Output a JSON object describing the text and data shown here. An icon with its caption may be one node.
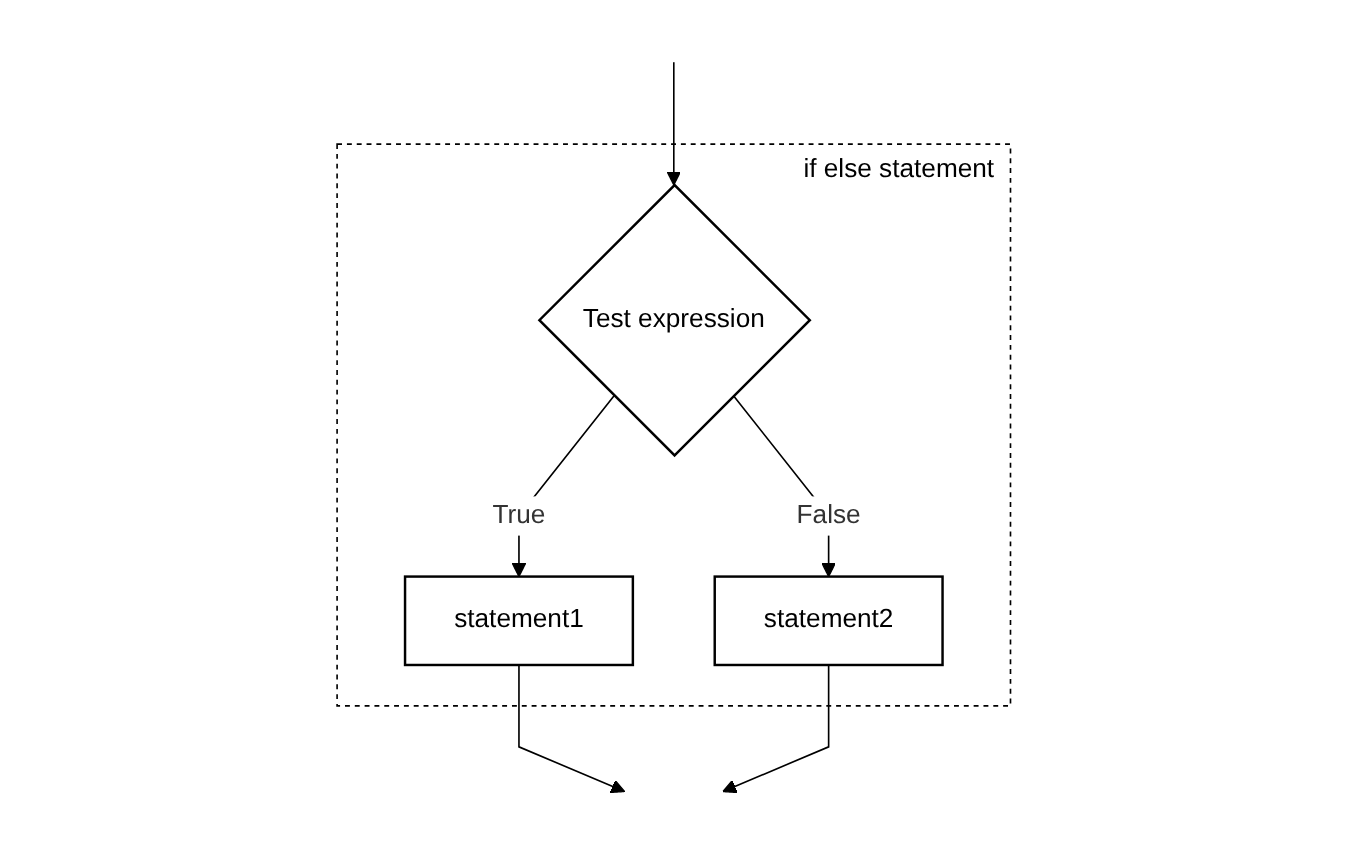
{
  "diagram": {
    "nodes": [
      {
        "text": [
          "if else statement"
        ]
      },
      {
        "text": [
          "Test expression"
        ],
        "in": 0
      },
      {
        "text": [
          "statement1"
        ],
        "in": 0
      },
      {
        "text": [
          "statement2"
        ],
        "in": 0
      }
    ],
    "edges": [
      {
        "from": null,
        "to": 1,
        "arrow": "to"
      },
      {
        "from": 1,
        "to": 2,
        "arrow": "to",
        "label": "True"
      },
      {
        "from": 1,
        "to": 3,
        "arrow": "to",
        "label": "False"
      },
      {
        "from": 2,
        "to": null,
        "arrow": "to"
      },
      {
        "from": 3,
        "to": null,
        "arrow": "to"
      }
    ]
  }
}
